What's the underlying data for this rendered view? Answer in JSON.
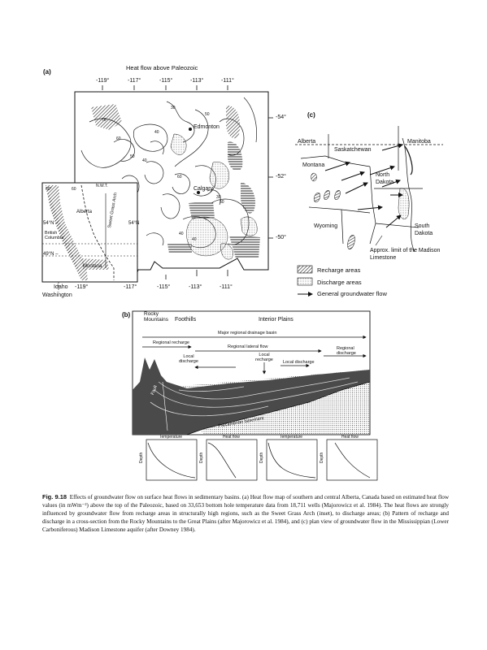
{
  "panel_a": {
    "tag": "(a)",
    "title": "Heat flow above Paleozoic",
    "top_longitudes": [
      "-119°",
      "-117°",
      "-115°",
      "-113°",
      "-111°"
    ],
    "bottom_longitudes": [
      "-119°",
      "-117°",
      "-115°",
      "-113°",
      "-111°"
    ],
    "right_latitudes": [
      "-54°",
      "-52°",
      "-50°"
    ],
    "cities": [
      "Edmonton",
      "Calgary"
    ],
    "contours": [
      "70",
      "60",
      "50",
      "40",
      "30",
      "50",
      "40",
      "60",
      "40",
      "50",
      "30",
      "40"
    ],
    "inset": {
      "alberta": "Alberta",
      "nwt": "N.W.T.",
      "bc": "British Columbia",
      "montana": "Montana",
      "arch": "Sweet Grass Arch",
      "lat54_left": "54°N –",
      "lat54_right": "54°N",
      "lat49": "49°N –",
      "lat60": "60°",
      "nwt_num": "60"
    },
    "bottom_left": [
      "Idaho",
      "Washington"
    ]
  },
  "panel_b": {
    "tag": "(b)",
    "regions": [
      "Rocky Mountains",
      "Foothills",
      "Interior Plains"
    ],
    "flows": [
      "Major regional drainage basin",
      "Regional recharge",
      "Regional lateral flow",
      "Regional discharge",
      "Local discharge",
      "Local recharge",
      "Local discharge"
    ],
    "labels": [
      "Fault",
      "Precambrian basement"
    ],
    "graph_titles": [
      "Temperature",
      "Heat flow",
      "Temperature",
      "Heat flow"
    ],
    "depth_label": "Depth"
  },
  "panel_c": {
    "tag": "(c)",
    "regions": [
      "Alberta",
      "Saskatchewan",
      "Manitoba",
      "Montana",
      "North Dakota",
      "Wyoming",
      "South Dakota"
    ],
    "limit_note": "Approx. limit of the Madison Limestone",
    "legend": [
      "Recharge areas",
      "Discharge areas",
      "General groundwater flow"
    ]
  },
  "caption": {
    "fig": "Fig. 9.18",
    "text": "Effects of groundwater flow on surface heat flows in sedimentary basins. (a) Heat flow map of southern and central Alberta, Canada based on estimated heat flow values (in mWm⁻²) above the top of the Paleozoic, based on 33,653 bottom hole temperature data from 18,711 wells (Majorowicz et al. 1984). The heat flows are strongly influenced by groundwater flow from recharge areas in structurally high regions, such as the Sweet Grass Arch (inset), to discharge areas; (b) Pattern of recharge and discharge in a cross-section from the Rocky Mountains to the Great Plains (after Majorowicz et al. 1984), and (c) plan view of groundwater flow in the Mississippian (Lower Carboniferous) Madison Limestone aquifer (after Downey 1984)."
  }
}
